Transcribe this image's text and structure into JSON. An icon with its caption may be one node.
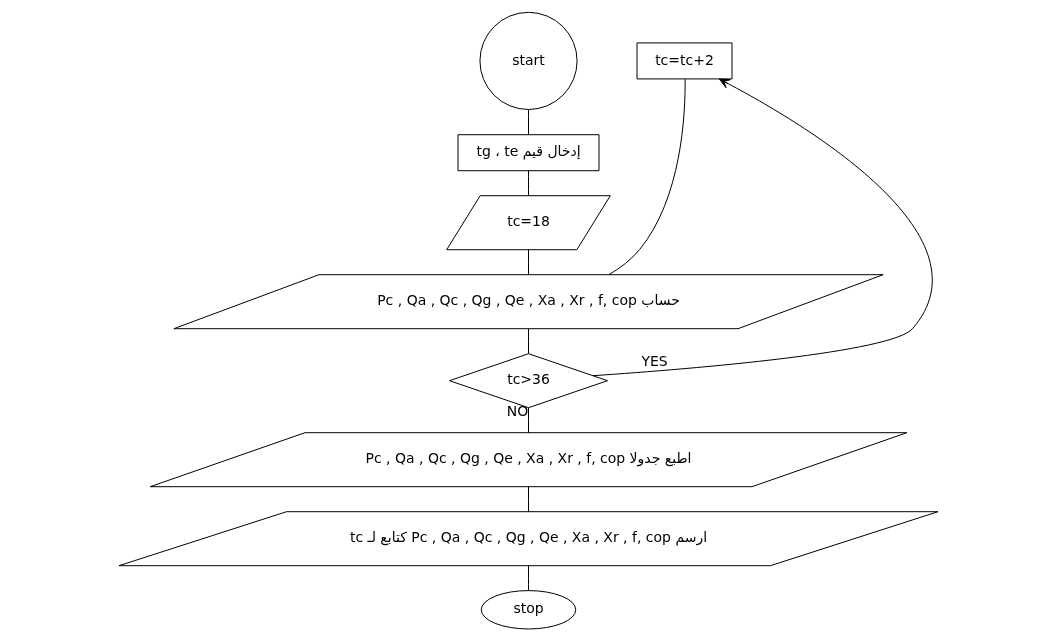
{
  "diagram": {
    "nodes": [
      {
        "text": [
          "start"
        ]
      },
      {
        "text": [
          "tg ، te إدخال قيم"
        ]
      },
      {
        "text": [
          "tc=18"
        ]
      },
      {
        "text": [
          "Pc , Qa , Qc , Qg , Qe , Xa , Xr , f, cop حساب"
        ]
      },
      {
        "text": [
          "tc=tc+2"
        ]
      },
      {
        "text": [
          "tc>36"
        ]
      },
      {
        "text": [
          "Pc , Qa , Qc , Qg , Qe , Xa , Xr , f, cop اطبع جدولا"
        ]
      },
      {
        "text": [
          "tc كتابع لـ Pc , Qa , Qc , Qg , Qe , Xa , Xr , f, cop ارسم"
        ]
      },
      {
        "text": [
          "stop"
        ]
      }
    ],
    "edges": [
      {
        "from": 0,
        "to": 1,
        "arrow": "none"
      },
      {
        "from": 1,
        "to": 2,
        "arrow": "none"
      },
      {
        "from": 2,
        "to": 3,
        "arrow": "none"
      },
      {
        "from": 3,
        "to": 5,
        "arrow": "none"
      },
      {
        "from": 5,
        "to": 4,
        "arrow": "to",
        "label": "YES"
      },
      {
        "from": 4,
        "to": 3,
        "arrow": "none"
      },
      {
        "from": 5,
        "to": 6,
        "arrow": "none",
        "label": "NO"
      },
      {
        "from": 6,
        "to": 7,
        "arrow": "none"
      },
      {
        "from": 7,
        "to": 8,
        "arrow": "none"
      }
    ]
  }
}
